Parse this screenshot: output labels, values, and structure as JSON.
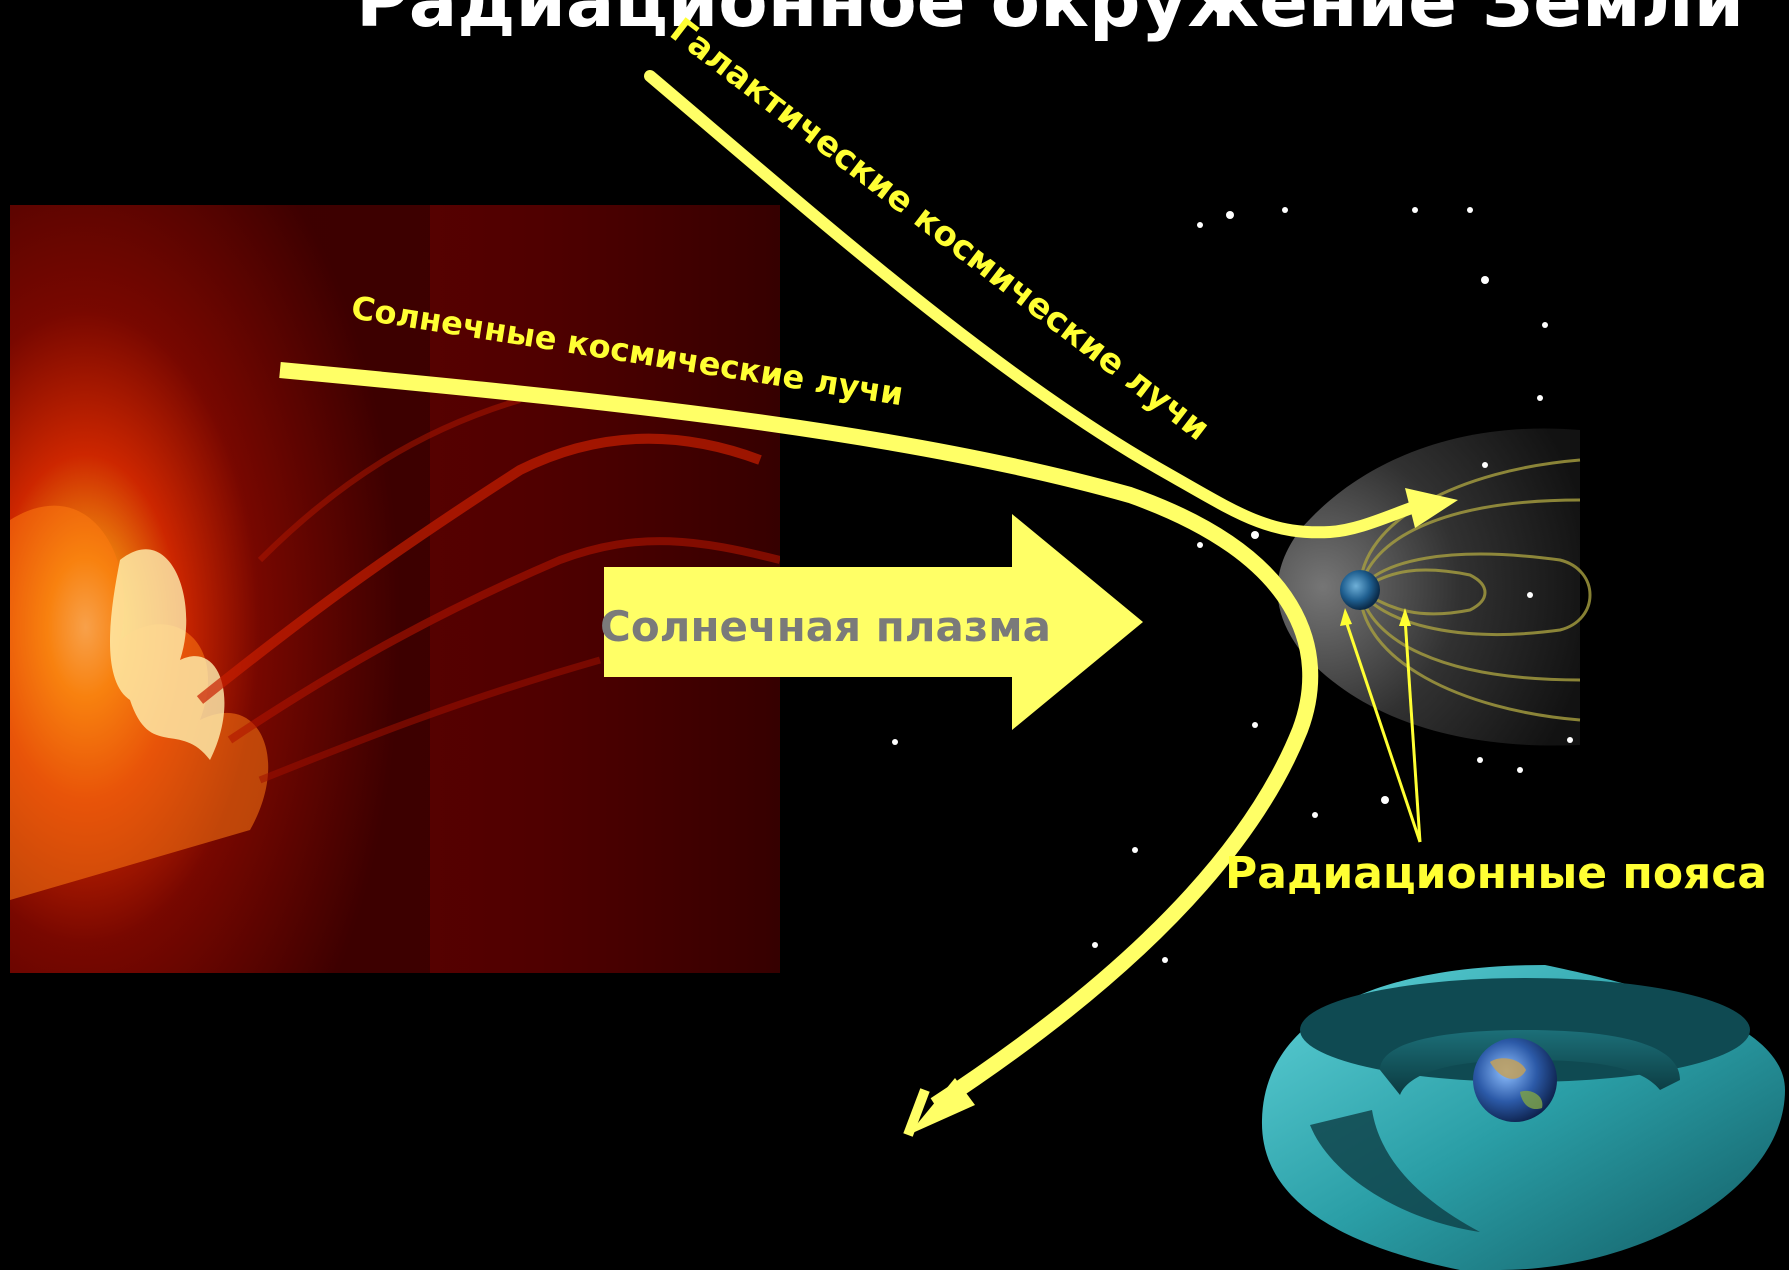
{
  "title": "Радиационное окружение Земли",
  "labels": {
    "galactic_rays": "Галактические космические лучи",
    "solar_rays": "Солнечные космические лучи",
    "solar_plasma": "Солнечная плазма",
    "radiation_belts": "Радиационные пояса"
  },
  "colors": {
    "background": "#000000",
    "arrow_yellow": "#ffff66",
    "label_yellow": "#ffff33",
    "plasma_text": "#7a7a7a",
    "title": "#ffffff",
    "sun_dark": "#5a0000",
    "sun_bright": "#ff5a00",
    "belt_teal": "#3fb8bf"
  },
  "icons": {
    "sun_image": "sun-flare-image",
    "magnetosphere_image": "magnetosphere-image",
    "belts_image": "radiation-belts-3d-image",
    "earth": "earth-globe-icon"
  }
}
